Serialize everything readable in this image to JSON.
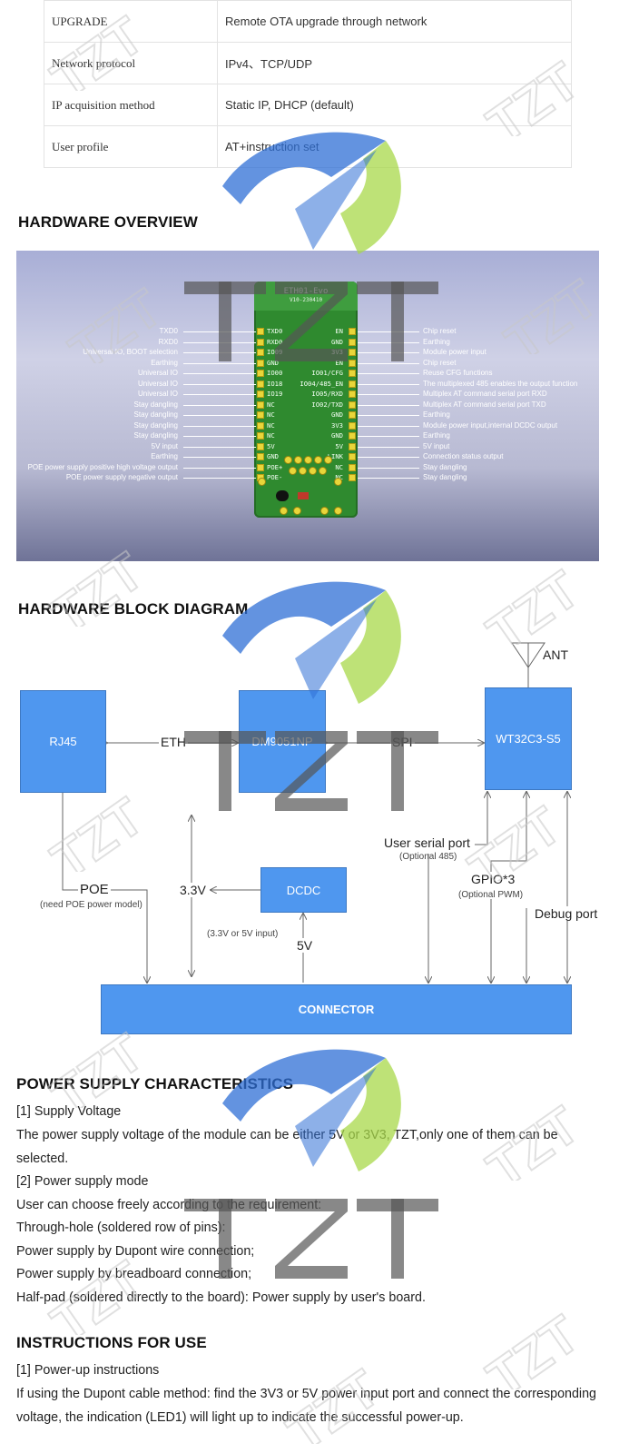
{
  "spec_table": {
    "rows": [
      {
        "key": "UPGRADE",
        "value": "Remote OTA upgrade through network"
      },
      {
        "key": "Network protocol",
        "value": "IPv4、TCP/UDP"
      },
      {
        "key": "IP acquisition method",
        "value": "Static IP, DHCP (default)"
      },
      {
        "key": "User profile",
        "value": "AT+instruction set"
      }
    ]
  },
  "hardware_overview": {
    "heading": "HARDWARE OVERVIEW",
    "board_name": "ETH01-Evo",
    "board_version": "V10-230410",
    "left_pins": [
      {
        "pin": "TXD0",
        "desc": "TXD0"
      },
      {
        "pin": "RXD0",
        "desc": "RXD0"
      },
      {
        "pin": "IO09",
        "desc": "Universal IO, BOOT selection"
      },
      {
        "pin": "GND",
        "desc": "Earthing"
      },
      {
        "pin": "IO00",
        "desc": "Universal IO"
      },
      {
        "pin": "IO18",
        "desc": "Universal IO"
      },
      {
        "pin": "IO19",
        "desc": "Universal IO"
      },
      {
        "pin": "NC",
        "desc": "Stay dangling"
      },
      {
        "pin": "NC",
        "desc": "Stay dangling"
      },
      {
        "pin": "NC",
        "desc": "Stay dangling"
      },
      {
        "pin": "NC",
        "desc": "Stay dangling"
      },
      {
        "pin": "5V",
        "desc": "5V input"
      },
      {
        "pin": "GND",
        "desc": "Earthing"
      },
      {
        "pin": "POE+",
        "desc": "POE power supply positive high voltage output"
      },
      {
        "pin": "POE-",
        "desc": "POE power supply negative output"
      }
    ],
    "right_pins": [
      {
        "pin": "EN",
        "desc": "Chip reset"
      },
      {
        "pin": "GND",
        "desc": "Earthing"
      },
      {
        "pin": "3V3",
        "desc": "Module power input"
      },
      {
        "pin": "EN",
        "desc": "Chip reset"
      },
      {
        "pin": "IO01/CFG",
        "desc": "Reuse CFG functions"
      },
      {
        "pin": "IO04/485_EN",
        "desc": "The multiplexed 485 enables the output function"
      },
      {
        "pin": "IO05/RXD",
        "desc": "Multiplex AT command serial port RXD"
      },
      {
        "pin": "IO02/TXD",
        "desc": "Multiplex AT command serial port TXD"
      },
      {
        "pin": "GND",
        "desc": "Earthing"
      },
      {
        "pin": "3V3",
        "desc": "Module power input,internal DCDC output"
      },
      {
        "pin": "GND",
        "desc": "Earthing"
      },
      {
        "pin": "5V",
        "desc": "5V input"
      },
      {
        "pin": "LINK",
        "desc": "Connection status output"
      },
      {
        "pin": "NC",
        "desc": "Stay dangling"
      },
      {
        "pin": "NC",
        "desc": "Stay dangling"
      }
    ]
  },
  "block_diagram": {
    "heading": "HARDWARE BLOCK DIAGRAM",
    "blocks": {
      "rj45": "RJ45",
      "dm9051": "DM9051NP",
      "wt32": "WT32C3-S5",
      "dcdc": "DCDC",
      "connector": "CONNECTOR"
    },
    "labels": {
      "eth": "ETH",
      "spi": "SPI",
      "ant": "ANT",
      "poe": "POE",
      "poe_note": "(need POE power model)",
      "v33": "3.3V",
      "v5": "5V",
      "dcdc_note": "(3.3V or 5V  input)",
      "user_serial": "User serial port",
      "user_serial_note": "(Optional 485)",
      "gpio": "GPIO*3",
      "gpio_note": "(Optional PWM)",
      "debug": "Debug port"
    }
  },
  "power_supply": {
    "heading": "POWER SUPPLY CHARACTERISTICS",
    "lines": [
      "[1] Supply Voltage",
      "The power supply voltage of the module can be either 5V or 3V3, TZT,only one of them can be selected.",
      "[2] Power supply mode",
      "User can choose freely according to the requirement:",
      "Through-hole (soldered row of pins):",
      "Power supply by Dupont wire connection;",
      "Power supply by breadboard connection;",
      "Half-pad (soldered directly to the board): Power supply by user's board."
    ]
  },
  "instructions": {
    "heading": "INSTRUCTIONS FOR USE",
    "lines": [
      "[1] Power-up instructions",
      "If using the Dupont cable method: find the 3V3 or 5V power input port and connect the corresponding voltage, the indication (LED1) will light up to indicate the successful power-up."
    ]
  },
  "watermark": {
    "text": "TZT",
    "colors": {
      "blue": "#2f6fd6",
      "green": "#a8d84a",
      "gray": "#555555"
    }
  }
}
